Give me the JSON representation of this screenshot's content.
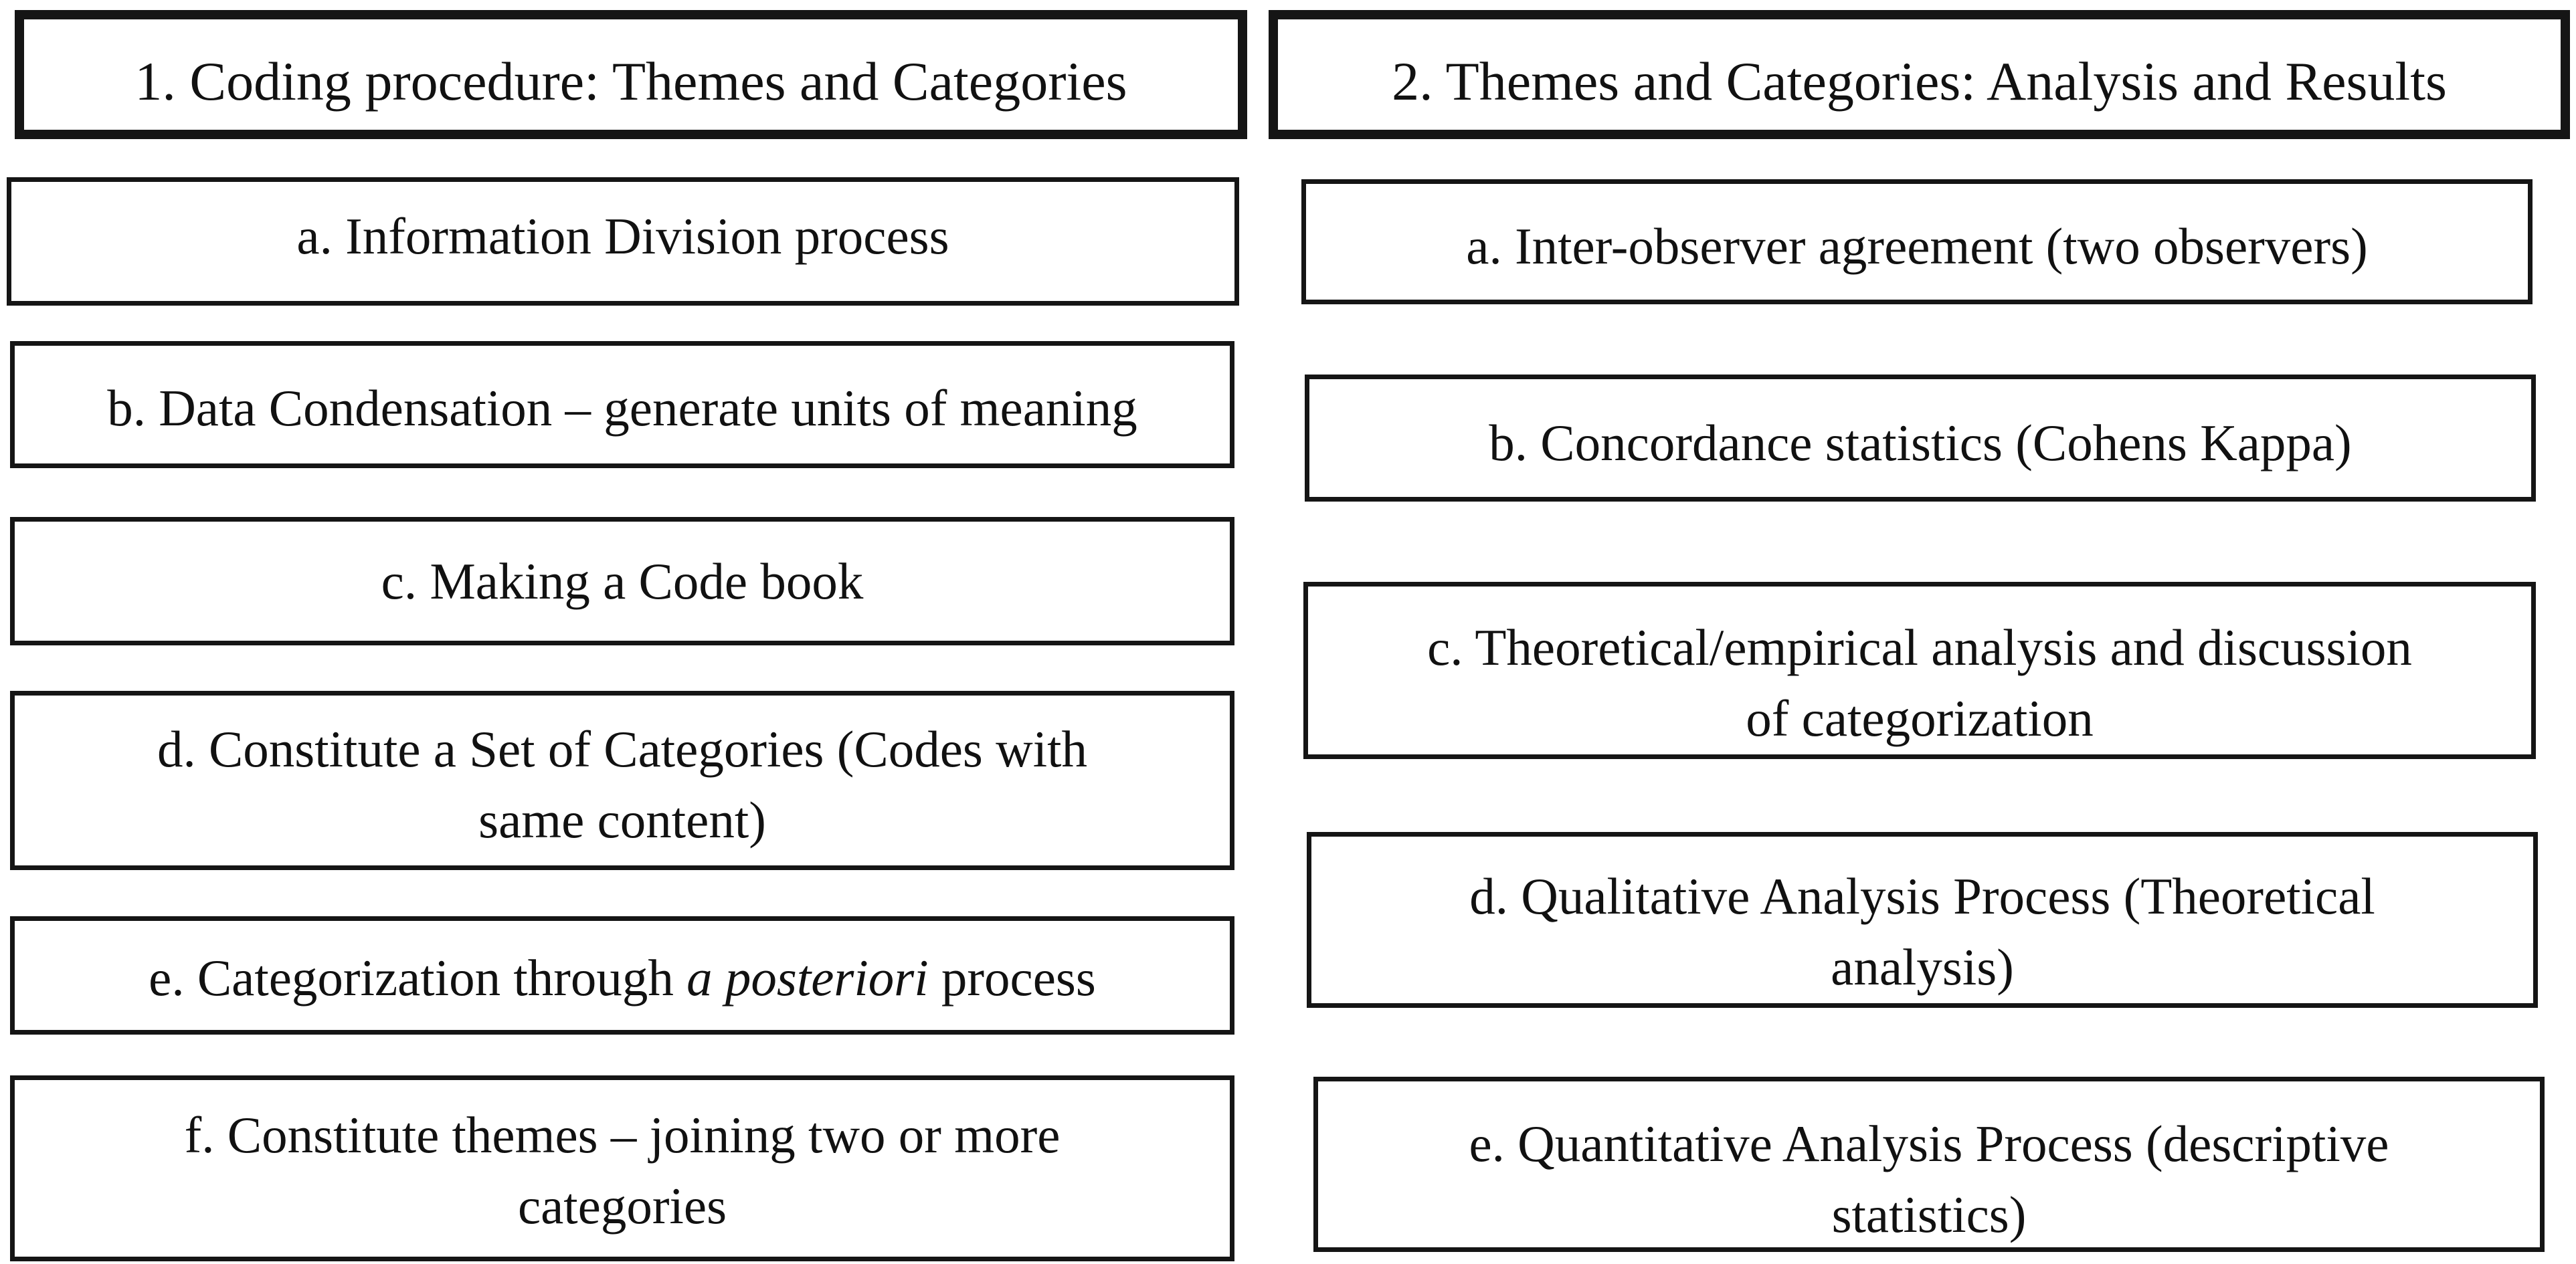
{
  "columns": [
    {
      "header": "1. Coding procedure: Themes and Categories",
      "steps": [
        {
          "lines": [
            "a. Information Division process"
          ]
        },
        {
          "lines": [
            "b. Data Condensation – generate units of meaning"
          ]
        },
        {
          "lines": [
            "c. Making a Code book"
          ]
        },
        {
          "lines": [
            "d. Constitute a Set of Categories (Codes with",
            "same content)"
          ]
        },
        {
          "before": "e. Categorization through ",
          "emphasis": "a posteriori",
          "after": " process"
        },
        {
          "lines": [
            "f. Constitute themes – joining two or more",
            "categories"
          ]
        }
      ]
    },
    {
      "header": "2. Themes and Categories: Analysis and Results",
      "steps": [
        {
          "lines": [
            "a. Inter-observer agreement (two observers)"
          ]
        },
        {
          "lines": [
            "b. Concordance statistics (Cohens Kappa)"
          ]
        },
        {
          "lines": [
            "c. Theoretical/empirical analysis and discussion",
            "of categorization"
          ]
        },
        {
          "lines": [
            "d. Qualitative Analysis Process (Theoretical",
            "analysis)"
          ]
        },
        {
          "lines": [
            "e. Quantitative Analysis Process (descriptive",
            "statistics)"
          ]
        }
      ]
    }
  ]
}
